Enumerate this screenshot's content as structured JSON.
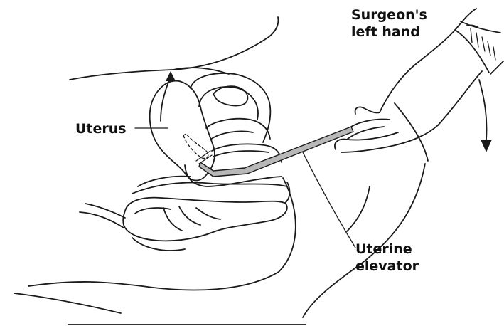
{
  "labels": {
    "uterus": "Uterus",
    "surgeon_hand_line1": "Surgeon's",
    "surgeon_hand_line2": "left hand",
    "uterine_elevator_line1": "Uterine",
    "uterine_elevator_line2": "elevator"
  },
  "colors": {
    "ink": "#1a1a1a",
    "instrument_fill": "#b8b8b8",
    "background": "#ffffff"
  },
  "icons": {
    "uterus_motion": "curved-arrow-up-icon",
    "hand_motion": "curved-arrow-down-icon"
  }
}
